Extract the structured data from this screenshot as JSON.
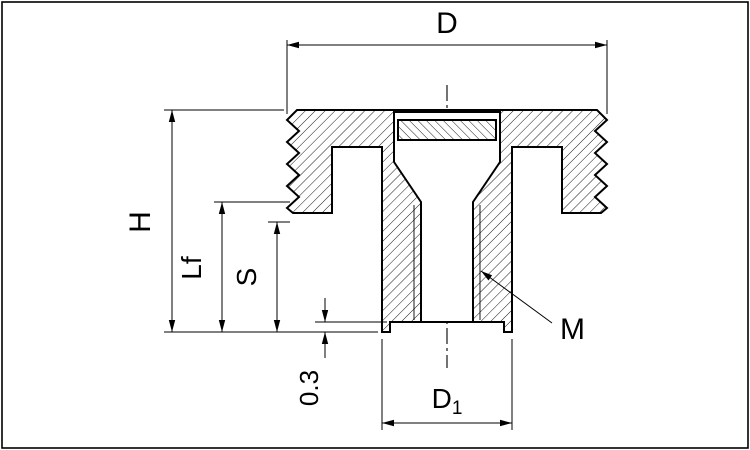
{
  "drawing": {
    "kind": "knob-cross-section",
    "labels": {
      "outer_diameter": "D",
      "height": "H",
      "insert_length": "Lf",
      "thread_depth": "S",
      "protrusion": "0.3",
      "hub_diameter": "D",
      "hub_diameter_sub": "1",
      "thread": "M"
    },
    "colors": {
      "line": "#000000",
      "background": "#ffffff"
    }
  }
}
